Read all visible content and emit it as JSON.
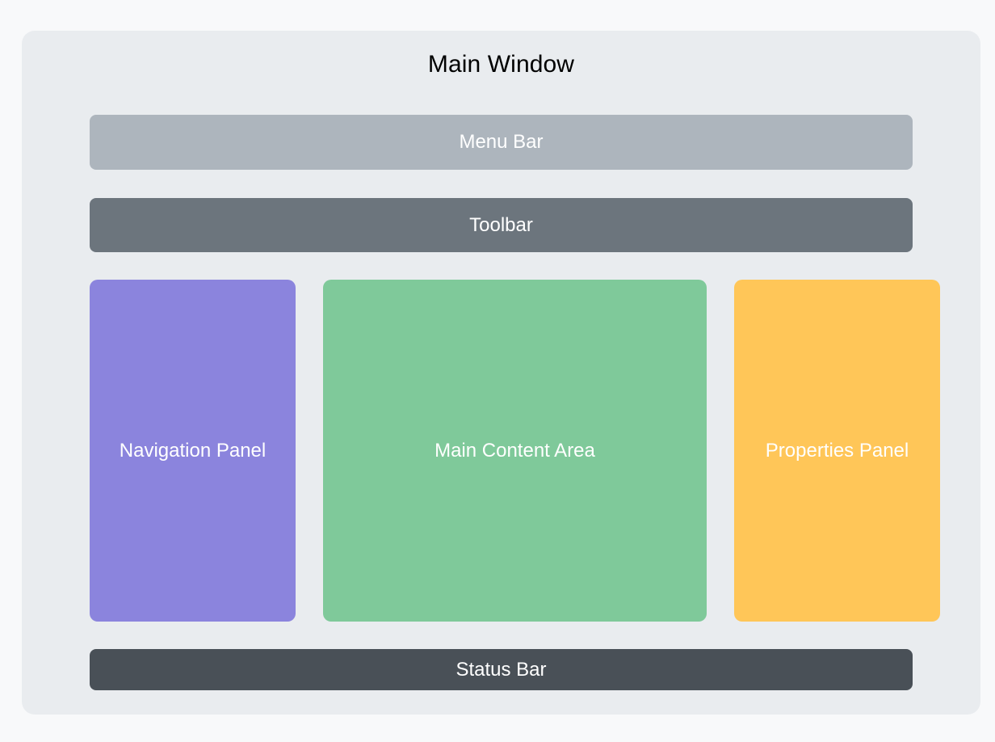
{
  "page": {
    "background_color": "#f8f9fa"
  },
  "window": {
    "title": "Main Window",
    "background_color": "#e9ecef",
    "title_color": "#000000"
  },
  "menu_bar": {
    "label": "Menu Bar",
    "color": "#adb5bd",
    "text_color": "#ffffff"
  },
  "toolbar": {
    "label": "Toolbar",
    "color": "#6c757d",
    "text_color": "#ffffff"
  },
  "panels": [
    {
      "label": "Navigation Panel",
      "color": "#8b84dd",
      "text_color": "#ffffff"
    },
    {
      "label": "Main Content Area",
      "color": "#7fc99a",
      "text_color": "#ffffff"
    },
    {
      "label": "Properties Panel",
      "color": "#ffc658",
      "text_color": "#ffffff"
    }
  ],
  "status_bar": {
    "label": "Status Bar",
    "color": "#495057",
    "text_color": "#ffffff"
  }
}
